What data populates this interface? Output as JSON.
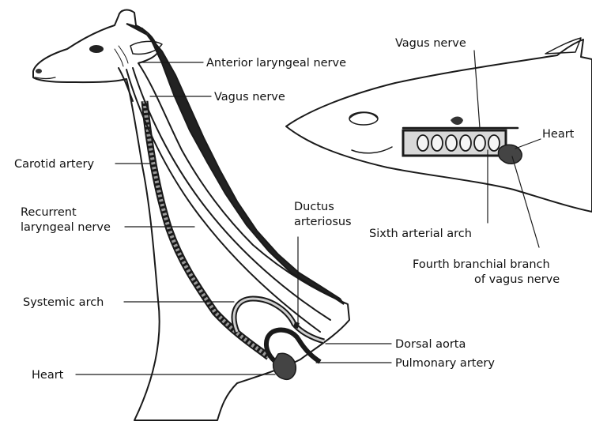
{
  "colors": {
    "ink": "#1a1a1a",
    "skin": "#ededed",
    "mane": "#222222",
    "paper": "#ffffff"
  },
  "giraffe": {
    "labels": {
      "anterior_laryngeal_nerve": "Anterior laryngeal nerve",
      "vagus_nerve": "Vagus nerve",
      "carotid_artery": "Carotid artery",
      "recurrent_laryngeal_nerve_line1": "Recurrent",
      "recurrent_laryngeal_nerve_line2": "laryngeal nerve",
      "ductus_arteriosus_line1": "Ductus",
      "ductus_arteriosus_line2": "arteriosus",
      "systemic_arch": "Systemic arch",
      "dorsal_aorta": "Dorsal aorta",
      "pulmonary_artery": "Pulmonary artery",
      "heart": "Heart"
    }
  },
  "fish": {
    "labels": {
      "vagus_nerve": "Vagus nerve",
      "heart": "Heart",
      "sixth_arterial_arch": "Sixth arterial arch",
      "fourth_branchial_branch_line1": "Fourth branchial branch",
      "fourth_branchial_branch_line2": "of vagus nerve"
    }
  }
}
